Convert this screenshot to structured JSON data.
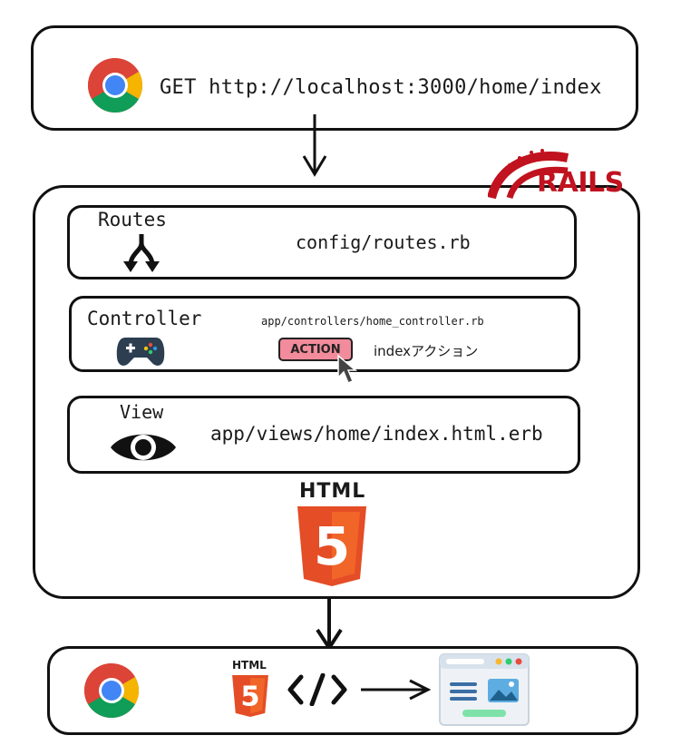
{
  "request": {
    "text": "GET http://localhost:3000/home/index",
    "browser_icon": "chrome-icon"
  },
  "rails": {
    "logo_text": "RAILS",
    "logo_icon": "rails-logo-icon",
    "brand_color": "#c1121f"
  },
  "routes": {
    "label": "Routes",
    "file": "config/routes.rb",
    "icon": "routing-arrows-icon"
  },
  "controller": {
    "label": "Controller",
    "file": "app/controllers/home_controller.rb",
    "action_badge": "ACTION",
    "action_text": "indexアクション",
    "icon": "gamepad-icon",
    "cursor_icon": "cursor-icon"
  },
  "view": {
    "label": "View",
    "file": "app/views/home/index.html.erb",
    "icon": "eye-icon"
  },
  "html_badge": {
    "label": "HTML",
    "number": "5",
    "color": "#e44d26"
  },
  "response": {
    "html_label": "HTML",
    "html_number": "5",
    "code_icon": "code-brackets-icon",
    "webpage_icon": "webpage-icon",
    "browser_icon": "chrome-icon"
  }
}
